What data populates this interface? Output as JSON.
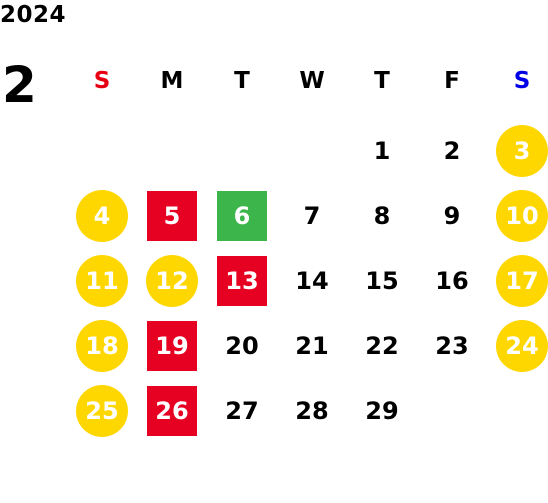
{
  "header": {
    "year": "2024",
    "month": "2"
  },
  "colors": {
    "sunday": "#e60012",
    "saturday": "#0000e6",
    "holiday_circle": "#ffd700",
    "red_square": "#e60022",
    "green_square": "#3cb54a",
    "text": "#000000"
  },
  "weekdays": [
    {
      "label": "S",
      "kind": "sunday"
    },
    {
      "label": "M",
      "kind": "normal"
    },
    {
      "label": "T",
      "kind": "normal"
    },
    {
      "label": "W",
      "kind": "normal"
    },
    {
      "label": "T",
      "kind": "normal"
    },
    {
      "label": "F",
      "kind": "normal"
    },
    {
      "label": "S",
      "kind": "saturday"
    }
  ],
  "days": [
    {
      "label": "1",
      "col": 4,
      "row": 0,
      "style": "plain"
    },
    {
      "label": "2",
      "col": 5,
      "row": 0,
      "style": "plain"
    },
    {
      "label": "3",
      "col": 6,
      "row": 0,
      "style": "circle"
    },
    {
      "label": "4",
      "col": 0,
      "row": 1,
      "style": "circle"
    },
    {
      "label": "5",
      "col": 1,
      "row": 1,
      "style": "red"
    },
    {
      "label": "6",
      "col": 2,
      "row": 1,
      "style": "green"
    },
    {
      "label": "7",
      "col": 3,
      "row": 1,
      "style": "plain"
    },
    {
      "label": "8",
      "col": 4,
      "row": 1,
      "style": "plain"
    },
    {
      "label": "9",
      "col": 5,
      "row": 1,
      "style": "plain"
    },
    {
      "label": "10",
      "col": 6,
      "row": 1,
      "style": "circle"
    },
    {
      "label": "11",
      "col": 0,
      "row": 2,
      "style": "circle"
    },
    {
      "label": "12",
      "col": 1,
      "row": 2,
      "style": "circle"
    },
    {
      "label": "13",
      "col": 2,
      "row": 2,
      "style": "red"
    },
    {
      "label": "14",
      "col": 3,
      "row": 2,
      "style": "plain"
    },
    {
      "label": "15",
      "col": 4,
      "row": 2,
      "style": "plain"
    },
    {
      "label": "16",
      "col": 5,
      "row": 2,
      "style": "plain"
    },
    {
      "label": "17",
      "col": 6,
      "row": 2,
      "style": "circle"
    },
    {
      "label": "18",
      "col": 0,
      "row": 3,
      "style": "circle"
    },
    {
      "label": "19",
      "col": 1,
      "row": 3,
      "style": "red"
    },
    {
      "label": "20",
      "col": 2,
      "row": 3,
      "style": "plain"
    },
    {
      "label": "21",
      "col": 3,
      "row": 3,
      "style": "plain"
    },
    {
      "label": "22",
      "col": 4,
      "row": 3,
      "style": "plain"
    },
    {
      "label": "23",
      "col": 5,
      "row": 3,
      "style": "plain"
    },
    {
      "label": "24",
      "col": 6,
      "row": 3,
      "style": "circle"
    },
    {
      "label": "25",
      "col": 0,
      "row": 4,
      "style": "circle"
    },
    {
      "label": "26",
      "col": 1,
      "row": 4,
      "style": "red"
    },
    {
      "label": "27",
      "col": 2,
      "row": 4,
      "style": "plain"
    },
    {
      "label": "28",
      "col": 3,
      "row": 4,
      "style": "plain"
    },
    {
      "label": "29",
      "col": 4,
      "row": 4,
      "style": "plain"
    }
  ]
}
